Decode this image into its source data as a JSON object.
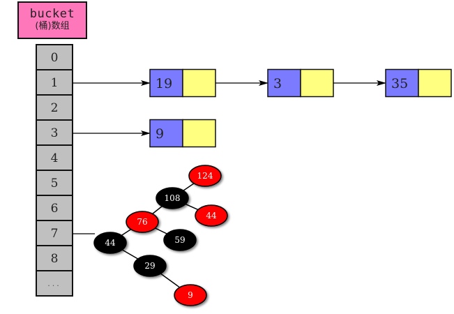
{
  "bucket_label": {
    "line1": "bucket",
    "line2": "(桶)数组"
  },
  "array": {
    "cells": [
      "0",
      "1",
      "2",
      "3",
      "4",
      "5",
      "6",
      "7",
      "8",
      "..."
    ]
  },
  "colors": {
    "bucket_fill": "#ff77bb",
    "cell_fill": "#c0c0c0",
    "node_key_fill": "#7b7bff",
    "node_next_fill": "#ffff80",
    "rb_red": "#ff0000",
    "rb_black": "#000000"
  },
  "linked_lists": [
    {
      "bucket_index": 1,
      "nodes": [
        "19",
        "3",
        "35"
      ]
    },
    {
      "bucket_index": 3,
      "nodes": [
        "9"
      ]
    }
  ],
  "red_black_tree": {
    "bucket_index": 7,
    "nodes": [
      {
        "id": "n44b",
        "value": "44",
        "color": "black"
      },
      {
        "id": "n76",
        "value": "76",
        "color": "red"
      },
      {
        "id": "n29",
        "value": "29",
        "color": "black"
      },
      {
        "id": "n108",
        "value": "108",
        "color": "black"
      },
      {
        "id": "n59",
        "value": "59",
        "color": "black"
      },
      {
        "id": "n9",
        "value": "9",
        "color": "red"
      },
      {
        "id": "n124",
        "value": "124",
        "color": "red"
      },
      {
        "id": "n44r",
        "value": "44",
        "color": "red"
      }
    ],
    "edges": [
      [
        "n44b",
        "n76"
      ],
      [
        "n44b",
        "n29"
      ],
      [
        "n76",
        "n108"
      ],
      [
        "n76",
        "n59"
      ],
      [
        "n29",
        "n9"
      ],
      [
        "n108",
        "n124"
      ],
      [
        "n108",
        "n44r"
      ]
    ]
  }
}
